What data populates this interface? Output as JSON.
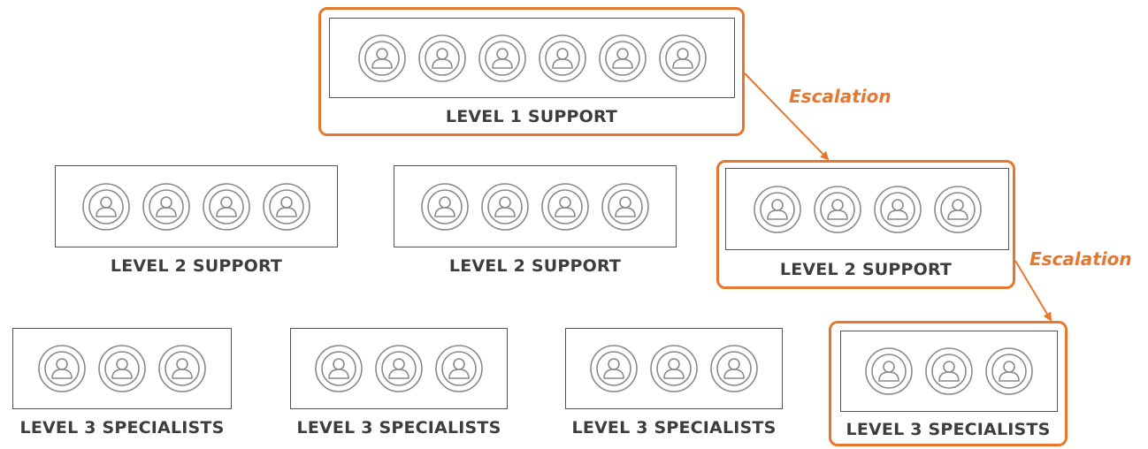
{
  "accent_color": "#e8772e",
  "icon_name": "person-icon",
  "level1": {
    "label": "LEVEL 1 SUPPORT",
    "members": 6,
    "highlighted": true
  },
  "level2": [
    {
      "label": "LEVEL 2 SUPPORT",
      "members": 4,
      "highlighted": false
    },
    {
      "label": "LEVEL 2 SUPPORT",
      "members": 4,
      "highlighted": false
    },
    {
      "label": "LEVEL 2 SUPPORT",
      "members": 4,
      "highlighted": true
    }
  ],
  "level3": [
    {
      "label": "LEVEL 3 SPECIALISTS",
      "members": 3,
      "highlighted": false
    },
    {
      "label": "LEVEL 3 SPECIALISTS",
      "members": 3,
      "highlighted": false
    },
    {
      "label": "LEVEL 3 SPECIALISTS",
      "members": 3,
      "highlighted": false
    },
    {
      "label": "LEVEL 3 SPECIALISTS",
      "members": 3,
      "highlighted": true
    }
  ],
  "escalations": [
    {
      "label": "Escalation"
    },
    {
      "label": "Escalation"
    }
  ]
}
